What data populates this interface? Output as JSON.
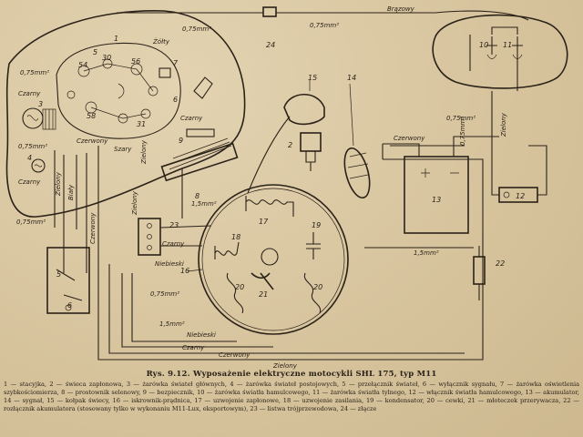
{
  "caption": "Rys. 9.12. Wyposażenie elektryczne motocykli SHL 175, typ M11",
  "legend": "1 — stacyjka, 2 — świeca zapłonowa, 3 — żarówka świateł głównych, 4 — żarówka świateł postojowych, 5 — przełącznik świateł, 6 — wyłącznik sygnału, 7 — żarówka oświetlenia szybkościomierza, 8 — prostownik selenowy, 9 — bezpiecznik, 10 — żarówka światła hamulcowego, 11 — żarówka światła tylnego, 12 — włącznik światła hamulcowego, 13 — akumulator, 14 — sygnał, 15 — kołpak świecy, 16 — iskrownik-prądnica, 17 — uzwojenie zapłonowe, 18 — uzwojenie zasilania, 19 — kondensator, 20 — cewki, 21 — młoteczek przerywacza, 22 — rozłącznik akumulatora (stosowany tylko w wykonaniu M11-Lux, eksportowym), 23 — listwa trójprzewodowa, 24 — złącze",
  "labels": {
    "brazowy": "Brązowy",
    "czarny1": "Czarny",
    "czarny2": "Czarny",
    "czarny3": "Czarny",
    "czerwony1": "Czerwony",
    "czerwony2": "Czerwony",
    "czerwony3": "Czerwony",
    "czerwony4": "Czerwony",
    "zielony1": "Zielony",
    "zielony2": "Zielony",
    "zielony3": "Zielony",
    "zielony4": "Zielony",
    "niebieski1": "Niebieski",
    "niebieski2": "Niebieski",
    "zolty": "Żółty",
    "szary": "Szary",
    "bialy": "Biały",
    "s075_1": "0,75mm²",
    "s075_2": "0,75mm²",
    "s075_3": "0,75mm²",
    "s075_4": "0,75mm²",
    "s075_5": "0,75mm²",
    "s075_6": "0,75mm²",
    "s15_1": "1,5mm²",
    "s15_2": "1,5mm²",
    "s15_3": "1,5mm²"
  },
  "numbers": {
    "n1": "1",
    "n2": "2",
    "n3": "3",
    "n4": "4",
    "n5": "5",
    "n6": "6",
    "n7": "7",
    "n8": "8",
    "n9": "9",
    "n10": "10",
    "n11": "11",
    "n12": "12",
    "n13": "13",
    "n14": "14",
    "n15": "15",
    "n16": "16",
    "n17": "17",
    "n18": "18",
    "n19": "19",
    "n20a": "20",
    "n20b": "20",
    "n21": "21",
    "n22": "22",
    "n23": "23",
    "n24": "24",
    "t30": "30",
    "t31": "31",
    "t54": "54",
    "t56": "56",
    "t58": "58"
  }
}
